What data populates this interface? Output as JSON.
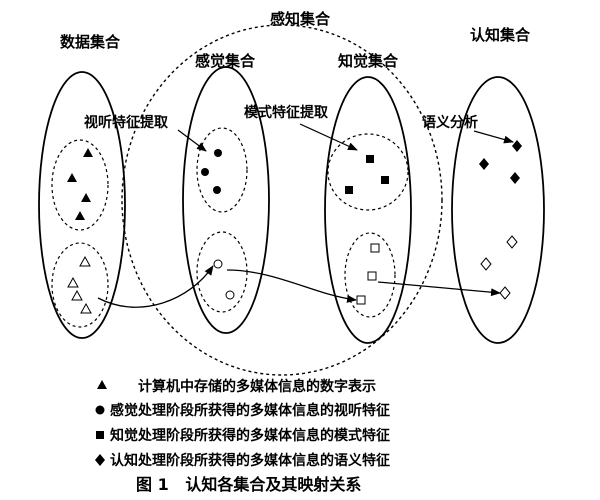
{
  "sets": {
    "data": "数据集合",
    "perception": "感知集合",
    "sensation": "感觉集合",
    "percept": "知觉集合",
    "cognition": "认知集合"
  },
  "annotations": {
    "audiovisual": "视听特征提取",
    "pattern": "模式特征提取",
    "semantic": "语义分析"
  },
  "legend": [
    {
      "symbol": "filled-triangle",
      "text": "计算机中存储的多媒体信息的数字表示"
    },
    {
      "symbol": "filled-circle",
      "text": "感觉处理阶段所获得的多媒体信息的视听特征"
    },
    {
      "symbol": "filled-square",
      "text": "知觉处理阶段所获得的多媒体信息的模式特征"
    },
    {
      "symbol": "filled-diamond",
      "text": "认知处理阶段所获得的多媒体信息的语义特征"
    }
  ],
  "caption": "图 1   认知各集合及其映射关系"
}
